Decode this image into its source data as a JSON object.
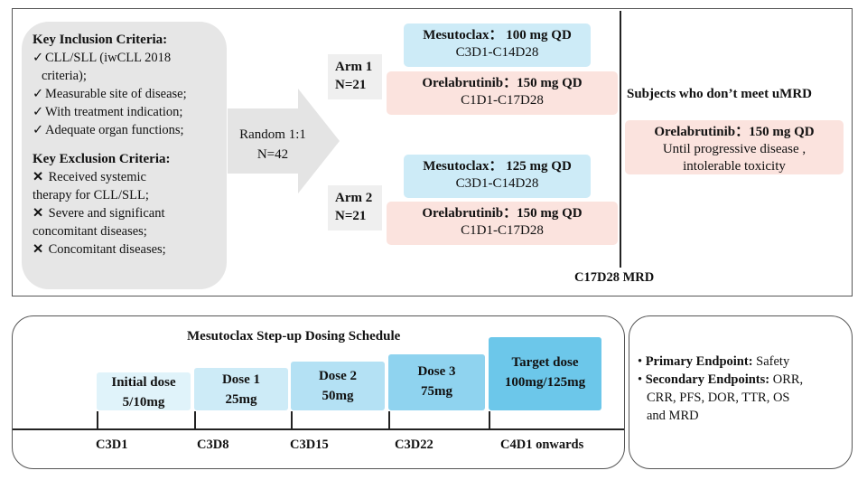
{
  "inclusion": {
    "title": "Key Inclusion Criteria:",
    "mark": "✓",
    "items": [
      "CLL/SLL (iwCLL 2018",
      "criteria);",
      "Measurable site of disease;",
      "With treatment indication;",
      "Adequate organ functions;"
    ]
  },
  "exclusion": {
    "title": "Key Exclusion Criteria:",
    "mark": "✕",
    "items": [
      "Received systemic",
      "therapy for CLL/SLL;",
      "Severe and significant",
      "concomitant diseases;",
      "Concomitant diseases;"
    ]
  },
  "randomization": {
    "line1": "Random 1:1",
    "line2": "N=42"
  },
  "arm1": {
    "name": "Arm 1",
    "n": "N=21",
    "drug1": {
      "name": "Mesutoclax： 100 mg QD",
      "schedule": "C3D1-C14D28"
    },
    "drug2": {
      "name": "Orelabrutinib：150 mg QD",
      "schedule": "C1D1-C17D28"
    }
  },
  "arm2": {
    "name": "Arm 2",
    "n": "N=21",
    "drug1": {
      "name": "Mesutoclax： 125 mg QD",
      "schedule": "C3D1-C14D28"
    },
    "drug2": {
      "name": "Orelabrutinib：150 mg QD",
      "schedule": "C1D1-C17D28"
    }
  },
  "mrd_point": "C17D28 MRD",
  "non_umrd": {
    "title": "Subjects who don’t meet uMRD",
    "drug": "Orelabrutinib：150 mg QD",
    "line1": "Until progressive disease ,",
    "line2": "intolerable toxicity"
  },
  "stepup": {
    "title": "Mesutoclax Step-up Dosing Schedule",
    "steps": [
      {
        "label": "Initial dose",
        "dose": "5/10mg",
        "day": "C3D1",
        "color": "#e0f3fa"
      },
      {
        "label": "Dose 1",
        "dose": "25mg",
        "day": "C3D8",
        "color": "#cdebf7"
      },
      {
        "label": "Dose 2",
        "dose": "50mg",
        "day": "C3D15",
        "color": "#b4e1f4"
      },
      {
        "label": "Dose 3",
        "dose": "75mg",
        "day": "C3D22",
        "color": "#8fd3ef"
      },
      {
        "label": "Target dose",
        "dose": "100mg/125mg",
        "day": "C4D1 onwards",
        "color": "#6cc7ea"
      }
    ]
  },
  "endpoints": {
    "bullet": "•",
    "primary_label": "Primary Endpoint:",
    "primary_value": " Safety",
    "secondary_label": "Secondary  Endpoints:",
    "secondary_value": " ORR,",
    "secondary_line2": "CRR, PFS, DOR, TTR, OS",
    "secondary_line3": "and MRD"
  }
}
